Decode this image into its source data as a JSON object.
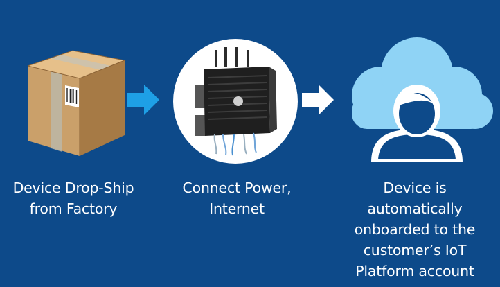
{
  "steps": [
    {
      "label_lines": [
        "Device Drop-Ship",
        "from Factory"
      ]
    },
    {
      "label_lines": [
        "Connect Power,",
        "Internet"
      ]
    },
    {
      "label_lines": [
        "Device is",
        "automatically",
        "onboarded to the",
        "customer’s IoT",
        "Platform account"
      ]
    }
  ],
  "icons": {
    "step1": "cardboard-box-icon",
    "step2": "gateway-device-icon",
    "step3": "cloud-user-icon",
    "arrow1": "arrow-right-icon",
    "arrow2": "arrow-right-icon"
  },
  "colors": {
    "background": "#0d4a8a",
    "arrow1": "#1ea0e6",
    "arrow2": "#ffffff",
    "cloud": "#8fd3f5",
    "text": "#ffffff"
  }
}
